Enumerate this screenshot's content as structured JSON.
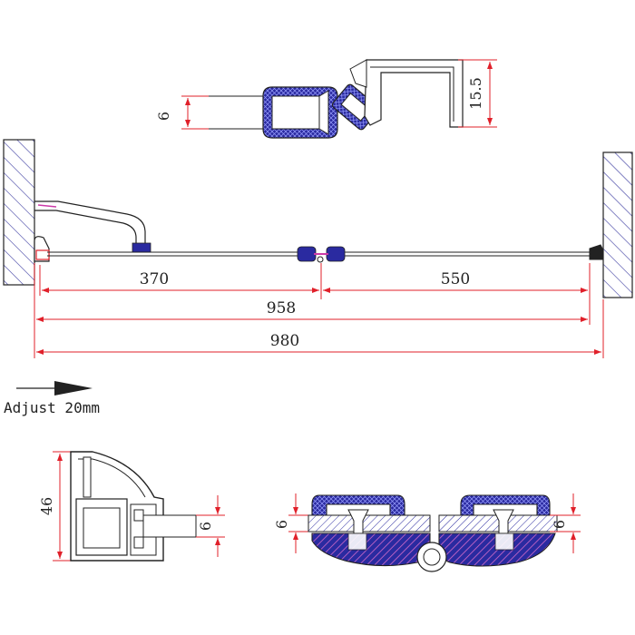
{
  "dimensions": {
    "seal_thickness": "6",
    "seal_height": "15.5",
    "left_span": "370",
    "right_span": "550",
    "glass_span": "958",
    "total_span": "980",
    "profile_height": "46",
    "profile_glass": "6",
    "hinge_glass_left": "6",
    "hinge_glass_right": "6"
  },
  "note": {
    "adjust_label": "Adjust 20mm"
  },
  "colors": {
    "dimension_line": "#e0202a",
    "outline": "#222222",
    "seal_fill": "#2a2aa0",
    "wall_hatch": "#3a3aa0",
    "bracket_pink": "#cc3aa8"
  }
}
